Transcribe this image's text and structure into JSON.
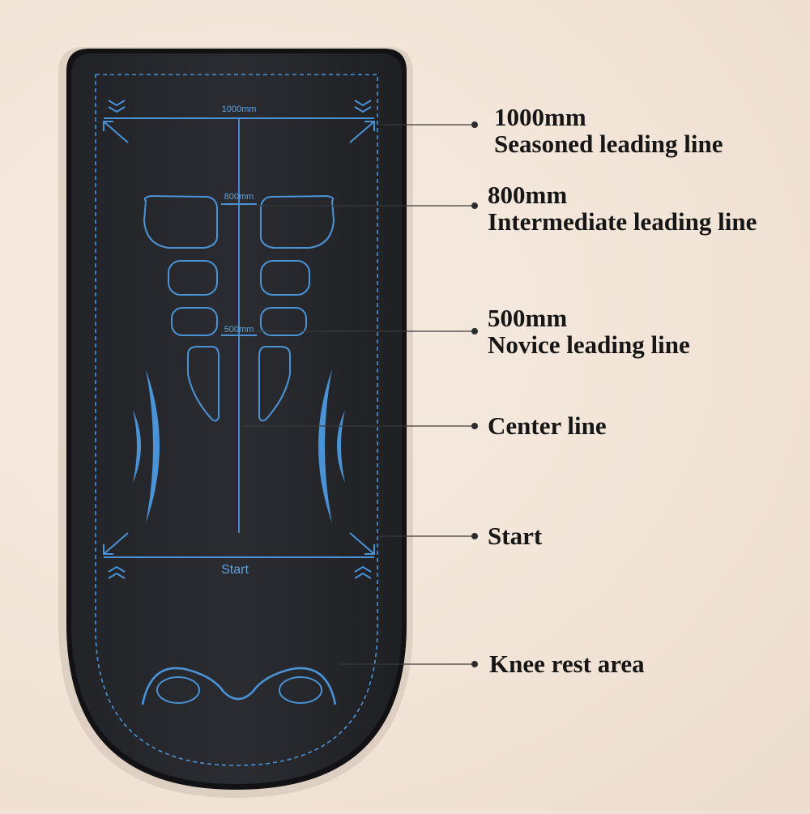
{
  "mat": {
    "top_measure_label": "1000mm",
    "middle_measure_label": "800mm",
    "lower_measure_label": "500mm",
    "start_label": "Start",
    "accent_color": "#4a93d6",
    "mat_color": "#26272b"
  },
  "callouts": [
    {
      "title": "1000mm",
      "subtitle": "Seasoned leading line"
    },
    {
      "title": "800mm",
      "subtitle": "Intermediate leading line"
    },
    {
      "title": "500mm",
      "subtitle": "Novice leading line"
    },
    {
      "title": "Center line"
    },
    {
      "title": "Start"
    },
    {
      "title": "Knee rest area"
    }
  ]
}
